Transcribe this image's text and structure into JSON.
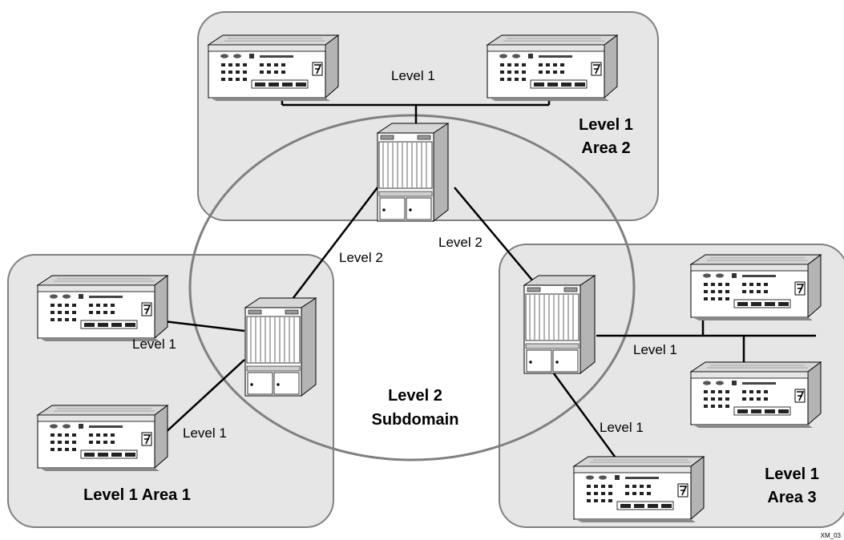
{
  "areas": {
    "area2": {
      "line1": "Level 1",
      "line2": "Area 2"
    },
    "area1": {
      "label": "Level 1 Area 1"
    },
    "area3": {
      "line1": "Level 1",
      "line2": "Area 3"
    }
  },
  "subdomain": {
    "line1": "Level 2",
    "line2": "Subdomain"
  },
  "links": {
    "area2_lan": "Level 1",
    "l2_left": "Level 2",
    "l2_right": "Level 2",
    "area1_top": "Level 1",
    "area1_bottom": "Level 1",
    "area3_lan": "Level 1",
    "area3_bottom": "Level 1"
  },
  "figure_id": "XM_03"
}
